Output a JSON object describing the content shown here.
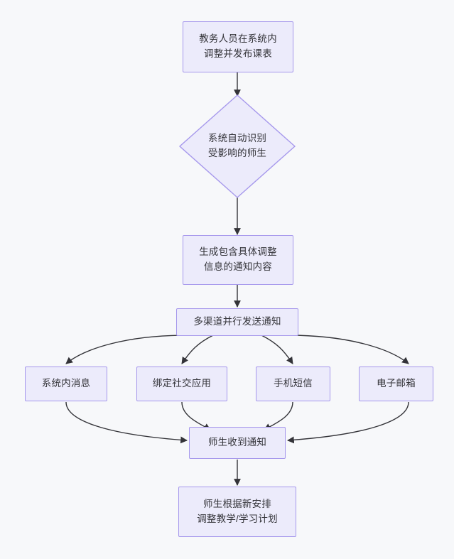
{
  "diagram": {
    "type": "flowchart",
    "direction": "top-to-bottom",
    "background_color": "#f7f8fa",
    "node_fill_color": "#ecebfb",
    "node_border_color": "#a698ec",
    "text_color": "#333338",
    "edge_color": "#333338",
    "nodes": [
      {
        "id": "n1",
        "shape": "rectangle",
        "label": "教务人员在系统内\n调整并发布课表"
      },
      {
        "id": "n2",
        "shape": "diamond",
        "label": "系统自动识别\n受影响的师生"
      },
      {
        "id": "n3",
        "shape": "rectangle",
        "label": "生成包含具体调整\n信息的通知内容"
      },
      {
        "id": "n4",
        "shape": "rectangle",
        "label": "多渠道并行发送通知"
      },
      {
        "id": "n5",
        "shape": "rectangle",
        "label": "系统内消息"
      },
      {
        "id": "n6",
        "shape": "rectangle",
        "label": "绑定社交应用"
      },
      {
        "id": "n7",
        "shape": "rectangle",
        "label": "手机短信"
      },
      {
        "id": "n8",
        "shape": "rectangle",
        "label": "电子邮箱"
      },
      {
        "id": "n9",
        "shape": "rectangle",
        "label": "师生收到通知"
      },
      {
        "id": "n10",
        "shape": "rectangle",
        "label": "师生根据新安排\n调整教学/学习计划"
      }
    ],
    "edges": [
      {
        "from": "n1",
        "to": "n2",
        "label": ""
      },
      {
        "from": "n2",
        "to": "n3",
        "label": ""
      },
      {
        "from": "n3",
        "to": "n4",
        "label": ""
      },
      {
        "from": "n4",
        "to": "n5",
        "label": ""
      },
      {
        "from": "n4",
        "to": "n6",
        "label": ""
      },
      {
        "from": "n4",
        "to": "n7",
        "label": ""
      },
      {
        "from": "n4",
        "to": "n8",
        "label": ""
      },
      {
        "from": "n5",
        "to": "n9",
        "label": ""
      },
      {
        "from": "n6",
        "to": "n9",
        "label": ""
      },
      {
        "from": "n7",
        "to": "n9",
        "label": ""
      },
      {
        "from": "n8",
        "to": "n9",
        "label": ""
      },
      {
        "from": "n9",
        "to": "n10",
        "label": ""
      }
    ]
  }
}
